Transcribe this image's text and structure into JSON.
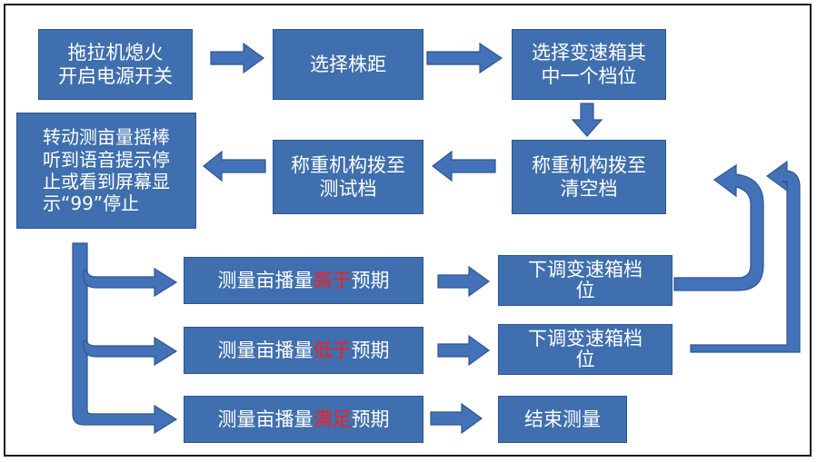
{
  "steps": {
    "start": "拖拉机熄火\n开启电源开关",
    "select_spacing": "选择株距",
    "select_gear": "选择变速箱其\n中一个档位",
    "weigh_clear": "称重机构拨至\n清空档",
    "weigh_test": "称重机构拨至\n测试档",
    "rotate": "转动测亩量摇棒\n听到语音提示停\n止或看到屏幕显\n示“99”停止",
    "adjust_down_1": "下调变速箱档\n位",
    "adjust_down_2": "下调变速箱档\n位",
    "finish": "结束测量"
  },
  "conditions": {
    "higher": {
      "prefix": "测量亩播量",
      "keyword": "高于",
      "suffix": "预期"
    },
    "lower": {
      "prefix": "测量亩播量",
      "keyword": "低于",
      "suffix": "预期"
    },
    "meet": {
      "prefix": "测量亩播量",
      "keyword": "满足",
      "suffix": "预期"
    }
  },
  "colors": {
    "box_fill": "#3f6fae",
    "arrow_fill": "#4472b8",
    "highlight": "#ff1a1a"
  }
}
